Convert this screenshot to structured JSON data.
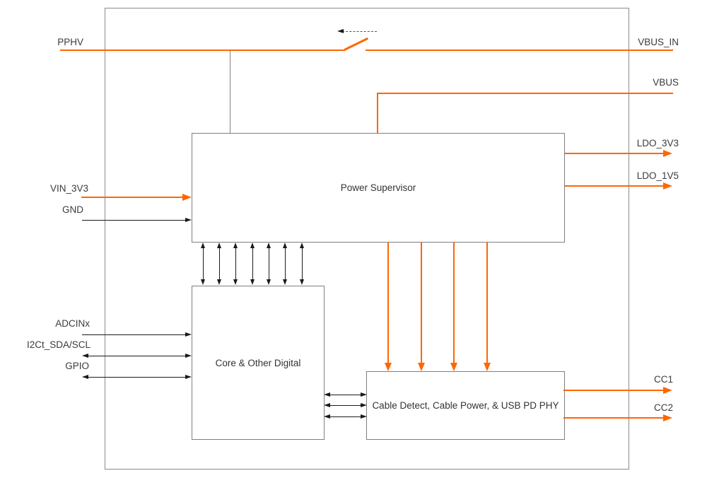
{
  "blocks": {
    "power_supervisor": "Power Supervisor",
    "core_digital": "Core & Other Digital",
    "cable_detect": "Cable Detect, Cable Power, & USB PD PHY"
  },
  "pins": {
    "pphv": "PPHV",
    "vbus_in": "VBUS_IN",
    "vbus": "VBUS",
    "ldo_3v3": "LDO_3V3",
    "ldo_1v5": "LDO_1V5",
    "vin_3v3": "VIN_3V3",
    "gnd": "GND",
    "adcinx": "ADCINx",
    "i2c_sda_scl": "I2Ct_SDA/SCL",
    "gpio": "GPIO",
    "cc1": "CC1",
    "cc2": "CC2"
  },
  "connections": {
    "power_color_paths": [
      "PPHV-to-VBUS_IN via open switch",
      "VBUS into Power Supervisor",
      "VIN_3V3 into Power Supervisor",
      "LDO_3V3 out",
      "LDO_1V5 out",
      "4 power rails Power Supervisor to Cable block",
      "CC1 out",
      "CC2 out"
    ],
    "digital_paths": [
      "GND into Power Supervisor",
      "ADCINx into Core",
      "I2Ct_SDA/SCL bidirectional",
      "GPIO bidirectional",
      "7 bidirectional lines Power Supervisor to Core",
      "3 bidirectional lines Core to Cable block",
      "switch control arrow"
    ]
  },
  "colors": {
    "power_path": "#FF6600",
    "digital_signal": "#1A1A1A",
    "frame": "#8A8A8F",
    "text": "#3B3B3B"
  }
}
